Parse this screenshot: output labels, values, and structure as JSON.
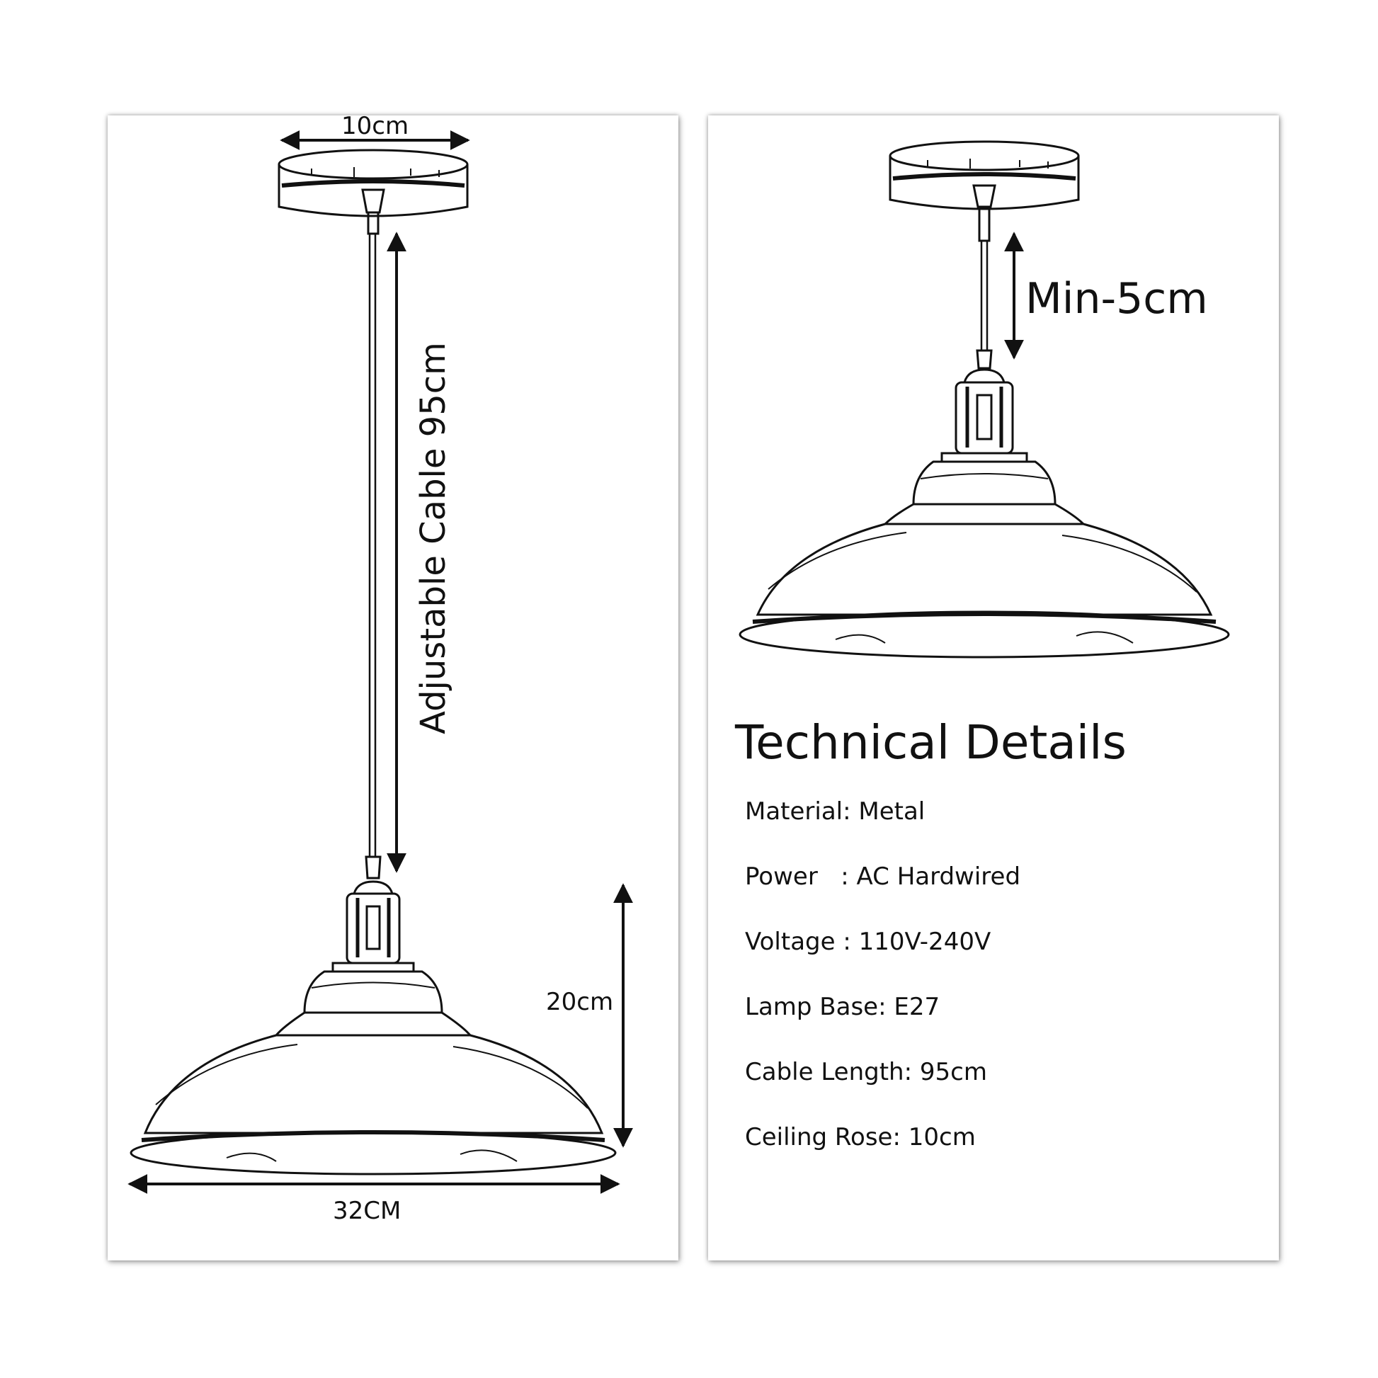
{
  "left_panel": {
    "ceiling_rose_dimension": "10cm",
    "cable_dimension": "Adjustable Cable 95cm",
    "shade_height_dimension": "20cm",
    "shade_width_dimension": "32CM"
  },
  "right_panel": {
    "min_drop_dimension": "Min-5cm",
    "title": "Technical Details",
    "specs": [
      {
        "label": "Material",
        "separator": ": ",
        "value": "Metal"
      },
      {
        "label": "Power",
        "separator": "   : ",
        "value": "AC Hardwired"
      },
      {
        "label": "Voltage",
        "separator": " : ",
        "value": "110V-240V"
      },
      {
        "label": "Lamp Base",
        "separator": ": ",
        "value": "E27"
      },
      {
        "label": "Cable Length",
        "separator": ": ",
        "value": "95cm"
      },
      {
        "label": "Ceiling Rose",
        "separator": ": ",
        "value": "10cm"
      }
    ]
  },
  "colors": {
    "line": "#111111",
    "background": "#ffffff",
    "panel_shadow": "#9a9a9a"
  },
  "icons": [
    "ceiling-rose-icon",
    "pendant-lamp-icon",
    "double-arrow-icon"
  ]
}
